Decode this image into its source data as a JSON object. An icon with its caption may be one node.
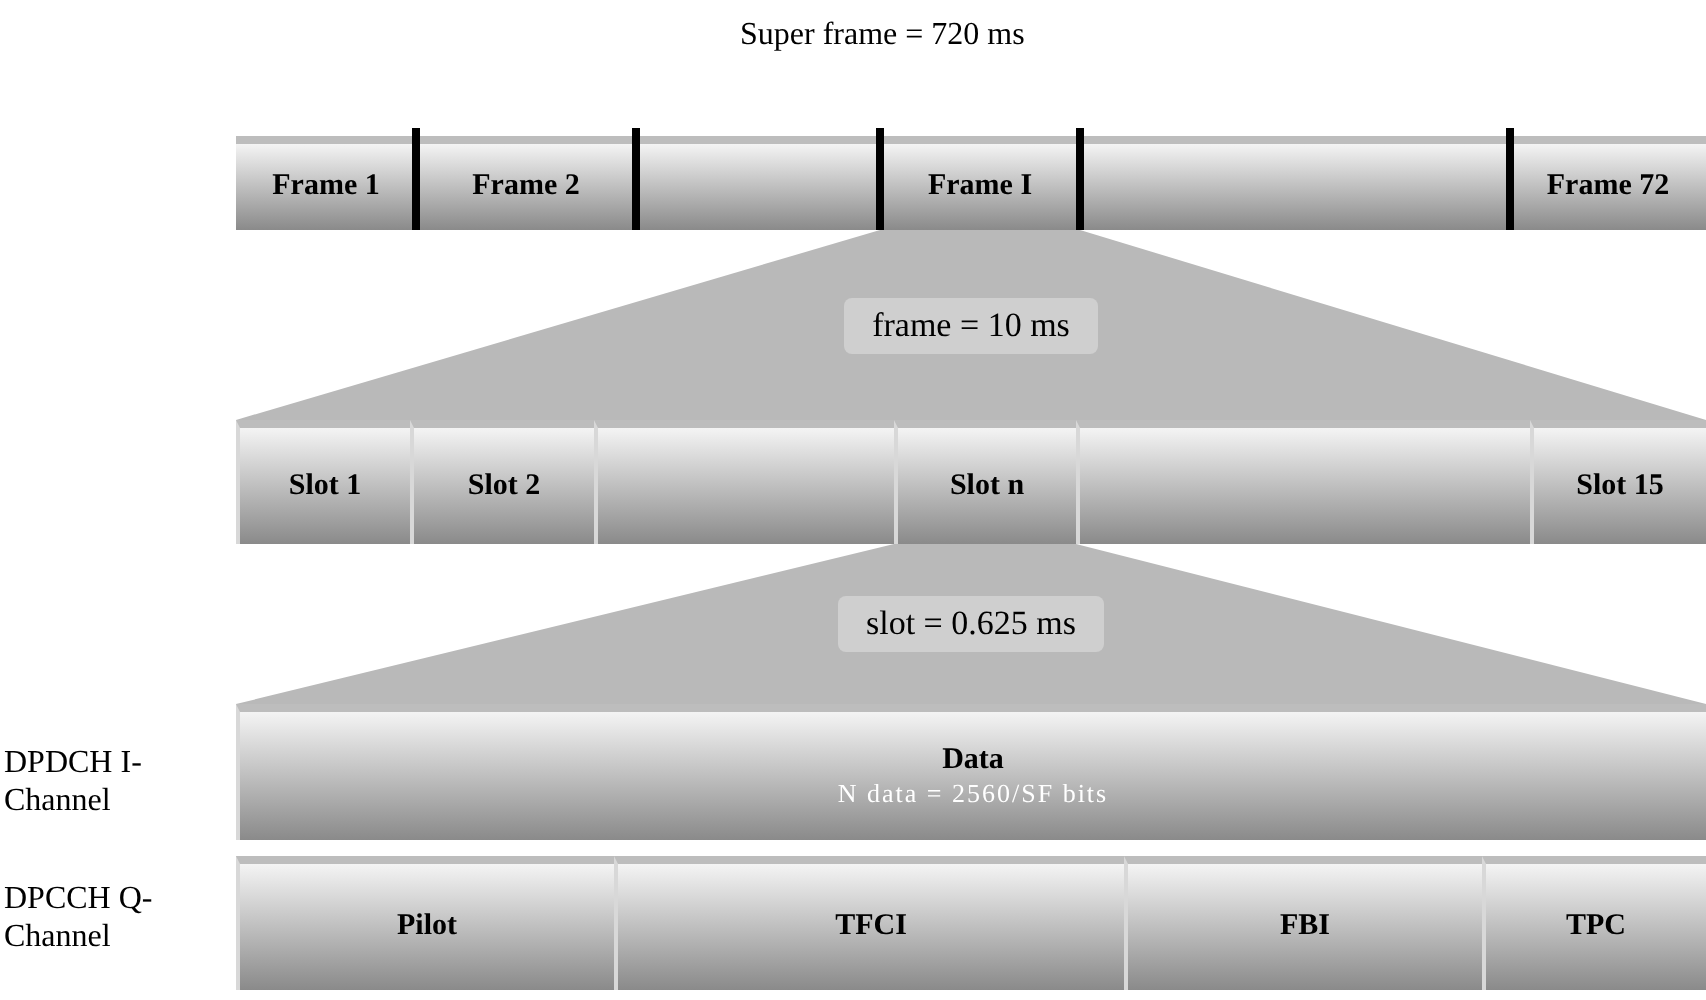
{
  "diagram": {
    "nodes": [
      {
        "text": [
          "Frame 1"
        ]
      },
      {
        "text": [
          "Frame 2"
        ]
      },
      {
        "text": [],
        "shape": "box"
      },
      {
        "text": [
          "Frame I"
        ]
      },
      {
        "text": [],
        "shape": "box"
      },
      {
        "text": [
          "Frame 72"
        ]
      },
      {
        "text": [
          "frame = 10 ms"
        ]
      },
      {
        "text": [
          "Slot 1"
        ]
      },
      {
        "text": [
          "Slot 2"
        ]
      },
      {
        "text": [],
        "shape": "box"
      },
      {
        "text": [
          "Slot n"
        ]
      },
      {
        "text": [],
        "shape": "box"
      },
      {
        "text": [
          "Slot 15"
        ]
      },
      {
        "text": [
          "slot = 0.625 ms"
        ]
      },
      {
        "text": [
          "Data",
          "N data = 2560/SF bits"
        ]
      },
      {
        "text": [
          "Pilot"
        ]
      },
      {
        "text": [
          "TFCI"
        ]
      },
      {
        "text": [
          "FBI"
        ]
      },
      {
        "text": [
          "TPC"
        ]
      }
    ],
    "labels": [
      "Super frame = 720 ms",
      "DPDCH I-Channel",
      "DPCCH Q-Channel"
    ]
  }
}
